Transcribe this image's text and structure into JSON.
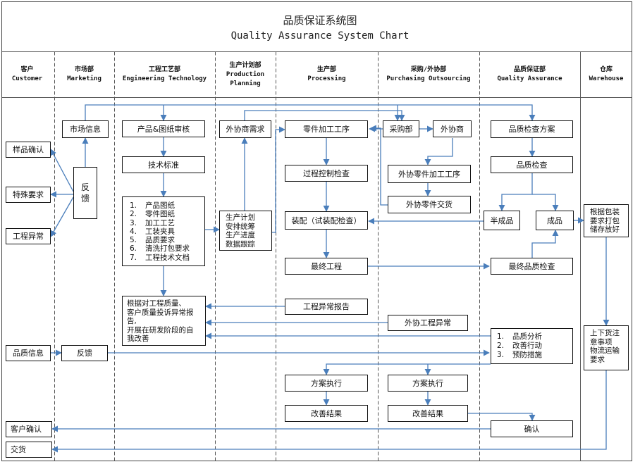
{
  "title": {
    "cn": "品质保证系统图",
    "en": "Quality Assurance System Chart"
  },
  "columns": [
    {
      "cn": "客户",
      "en": "Customer"
    },
    {
      "cn": "市场部",
      "en": "Marketing"
    },
    {
      "cn": "工程工艺部",
      "en": "Engineering Technology"
    },
    {
      "cn": "生产计划部",
      "en_lines": [
        "Production",
        "Planning"
      ]
    },
    {
      "cn": "生产部",
      "en": "Processing"
    },
    {
      "cn": "采购/外协部",
      "en": "Purchasing Outsourcing"
    },
    {
      "cn": "品质保证部",
      "en": "Quality Assurance"
    },
    {
      "cn": "仓库",
      "en": "Warehouse"
    }
  ],
  "customer": {
    "sample": "样品确认",
    "special": "特殊要求",
    "eng_issue": "工程异常",
    "quality_info": "品质信息",
    "confirm": "客户确认",
    "delivery": "交货"
  },
  "marketing": {
    "market_info": "市场信息",
    "feedback_lines": [
      "反",
      "馈"
    ],
    "feedback2": "反馈"
  },
  "engineering": {
    "review": "产品&图纸审核",
    "standard": "技术标准",
    "docs": [
      {
        "n": "1.",
        "t": "产品图纸"
      },
      {
        "n": "2.",
        "t": "零件图纸"
      },
      {
        "n": "3.",
        "t": "加工工艺"
      },
      {
        "n": "4.",
        "t": "工装夹具"
      },
      {
        "n": "5.",
        "t": "品质要求"
      },
      {
        "n": "6.",
        "t": "清洗打包要求"
      },
      {
        "n": "7.",
        "t": "工程技术文档"
      }
    ],
    "improve_lines": [
      "根据对工程质量、",
      "客户质量投诉异常报",
      "告,",
      "开展在研发阶段的自",
      "我改善"
    ]
  },
  "planning": {
    "outsource_need": "外协商需求",
    "plan_lines": [
      "生产计划",
      "安排统筹",
      "生产进度",
      "数据跟踪"
    ]
  },
  "processing": {
    "part_process": "零件加工工序",
    "process_check": "过程控制检查",
    "assembly": "装配（试装配检查）",
    "final": "最终工程",
    "eng_report": "工程异常报告",
    "exec": "方案执行",
    "result": "改善结果"
  },
  "purchasing": {
    "purchase": "采购部",
    "supplier": "外协商",
    "outs_process": "外协零件加工工序",
    "outs_delivery": "外协零件交货",
    "outs_issue": "外协工程异常",
    "exec": "方案执行",
    "result": "改善结果"
  },
  "qa": {
    "plan": "品质检查方案",
    "inspect": "品质检查",
    "semi": "半成品",
    "finished": "成品",
    "final_check": "最终品质检查",
    "analysis": [
      {
        "n": "1.",
        "t": "品质分析"
      },
      {
        "n": "2.",
        "t": "改善行动"
      },
      {
        "n": "3.",
        "t": "预防措施"
      }
    ],
    "confirm": "确认"
  },
  "warehouse": {
    "pack_lines": [
      "根据包装",
      "要求打包",
      "储存放好"
    ],
    "ship_lines": [
      "上下货注",
      "意事项",
      "物流运输",
      "要求"
    ]
  }
}
